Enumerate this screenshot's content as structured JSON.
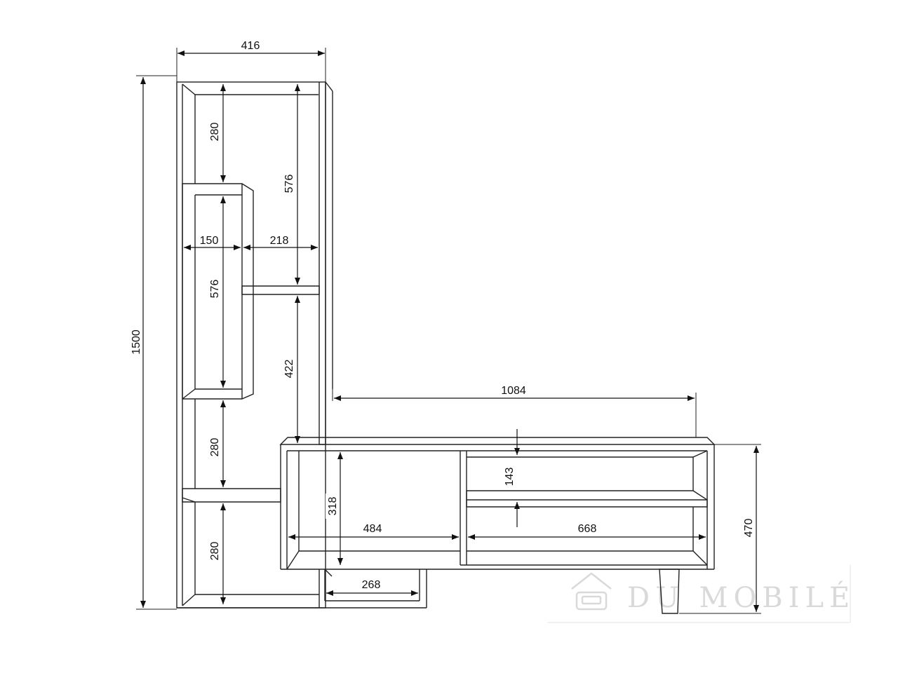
{
  "dimensions": {
    "total_width_tower": "416",
    "total_height": "1500",
    "tower_top_shelf_gap": "280",
    "tower_upper_height": "576",
    "small_box_width": "150",
    "tower_inner_width": "218",
    "small_box_height": "576",
    "tower_lower_gap": "422",
    "tower_mid_shelf_gap": "280",
    "tower_bottom_shelf_gap": "280",
    "tv_unit_width": "1084",
    "tv_unit_height": "470",
    "tv_left_compartment_height": "318",
    "tv_left_compartment_width": "484",
    "tv_right_shelf_gap": "143",
    "tv_right_compartment_width": "668",
    "tv_under_box_width": "268"
  },
  "watermark": {
    "text": "DU MOBILÉ",
    "icon": "armchair-house-icon"
  },
  "colors": {
    "line": "#222222",
    "watermark": "#d9d9d9"
  }
}
